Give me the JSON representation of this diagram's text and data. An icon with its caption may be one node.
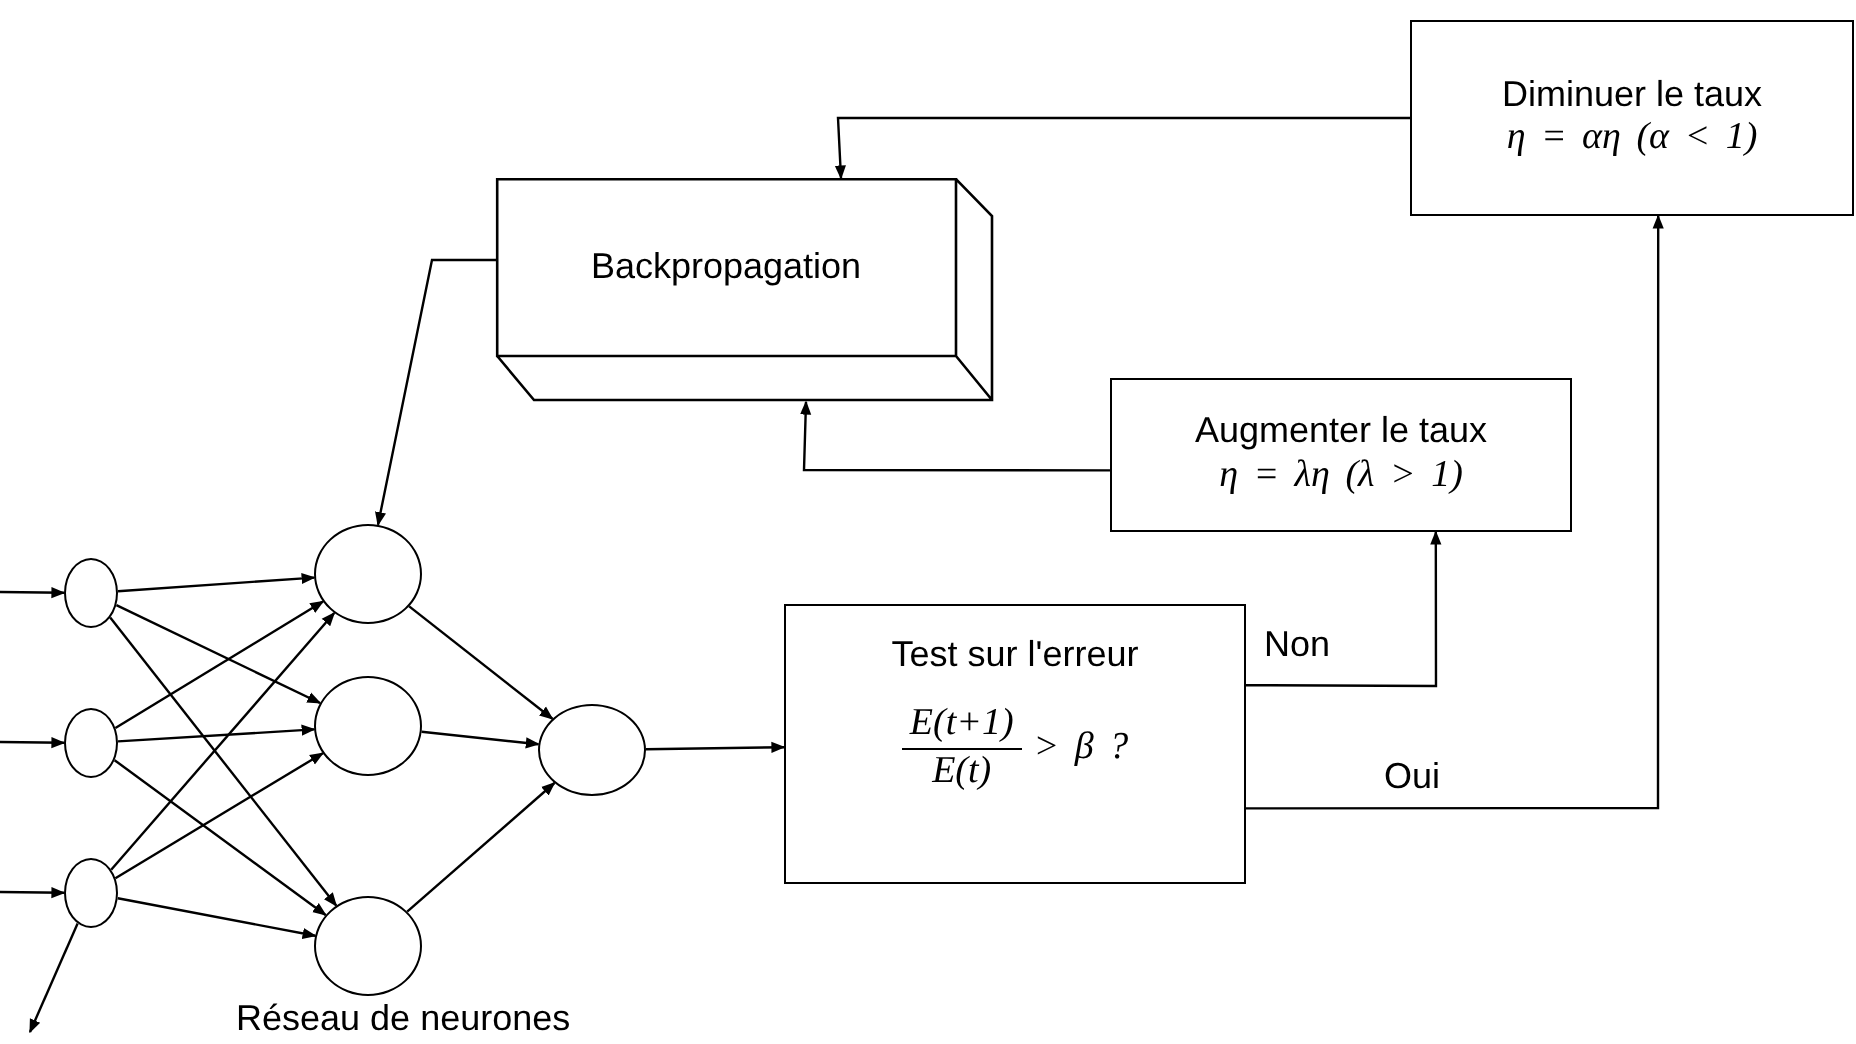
{
  "diagram": {
    "nodes": [
      {
        "text": [
          "Backpropagation"
        ]
      },
      {
        "text": [
          "Diminuer le taux",
          "η = αη (α < 1)"
        ]
      },
      {
        "text": [
          "Augmenter le taux",
          "η = λη (λ > 1)"
        ]
      },
      {
        "text": [
          "Test sur l'erreur",
          "E(t+1)",
          "E(t)",
          "> β ?"
        ]
      },
      {
        "text": [],
        "shape": "circle"
      },
      {
        "text": [],
        "shape": "circle"
      },
      {
        "text": [],
        "shape": "circle"
      },
      {
        "text": [],
        "shape": "circle"
      },
      {
        "text": [],
        "shape": "circle"
      },
      {
        "text": [],
        "shape": "circle"
      },
      {
        "text": [],
        "shape": "circle"
      }
    ],
    "edges": [
      {
        "from": null,
        "to": 4,
        "arrow": "to"
      },
      {
        "from": null,
        "to": 5,
        "arrow": "to"
      },
      {
        "from": null,
        "to": 6,
        "arrow": "to"
      },
      {
        "from": 4,
        "to": 7,
        "arrow": "to"
      },
      {
        "from": 4,
        "to": 8,
        "arrow": "to"
      },
      {
        "from": 4,
        "to": 9,
        "arrow": "to"
      },
      {
        "from": 5,
        "to": 7,
        "arrow": "to"
      },
      {
        "from": 5,
        "to": 8,
        "arrow": "to"
      },
      {
        "from": 5,
        "to": 9,
        "arrow": "to"
      },
      {
        "from": 6,
        "to": 7,
        "arrow": "to"
      },
      {
        "from": 6,
        "to": 8,
        "arrow": "to"
      },
      {
        "from": 6,
        "to": 9,
        "arrow": "to"
      },
      {
        "from": 7,
        "to": 10,
        "arrow": "to"
      },
      {
        "from": 8,
        "to": 10,
        "arrow": "to"
      },
      {
        "from": 9,
        "to": 10,
        "arrow": "to"
      },
      {
        "from": 10,
        "to": 3,
        "arrow": "to"
      },
      {
        "from": 6,
        "to": null,
        "arrow": "to"
      },
      {
        "from": 0,
        "to": 7,
        "arrow": "to"
      },
      {
        "from": 3,
        "to": 2,
        "arrow": "to",
        "label": "Non"
      },
      {
        "from": 3,
        "to": 1,
        "arrow": "to",
        "label": "Oui"
      },
      {
        "from": 2,
        "to": 0,
        "arrow": "to"
      },
      {
        "from": 1,
        "to": 0,
        "arrow": "to"
      }
    ],
    "labels": [
      "Réseau de neurones"
    ]
  }
}
